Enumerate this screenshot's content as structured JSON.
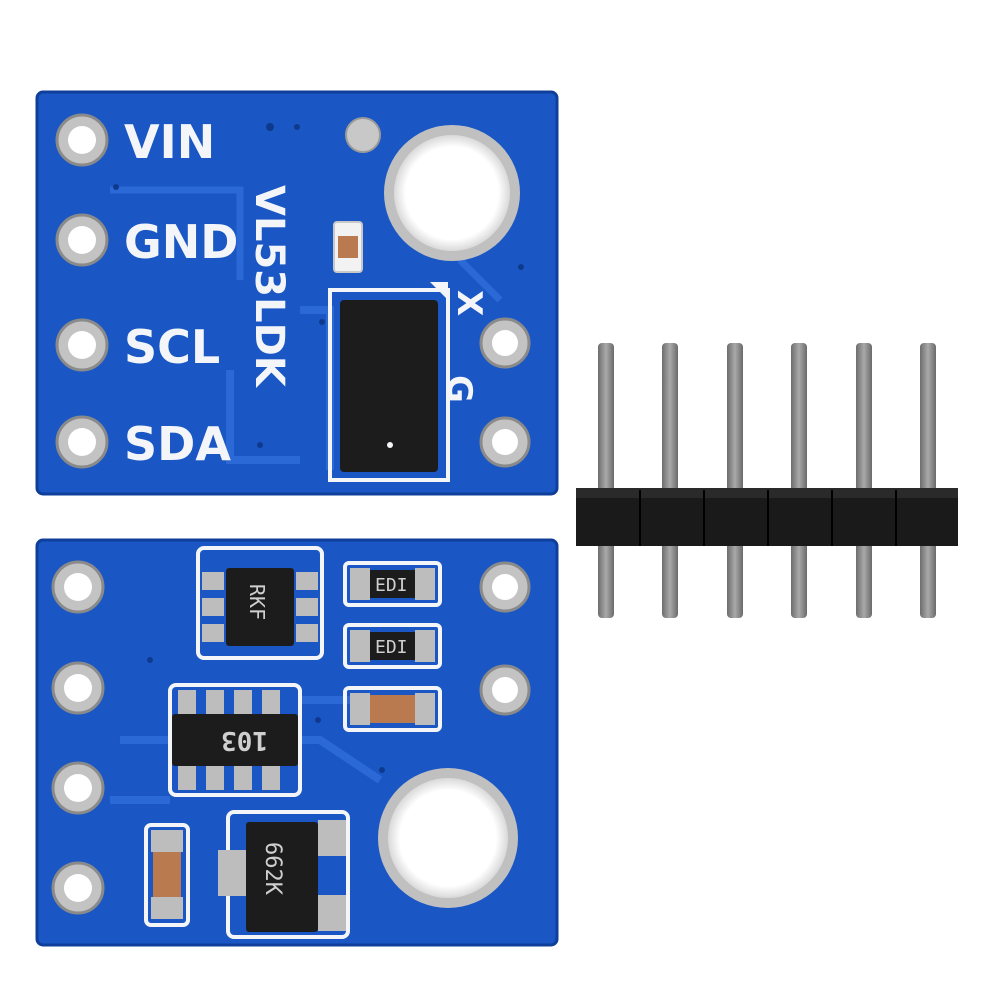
{
  "colors": {
    "pcb": "#1a57c4",
    "pcb_edge": "#0f3f9a",
    "pcb_trace": "#2b6ad6",
    "silkscreen": "#f3f5f8",
    "pad_metal": "#bdbdbd",
    "chip_body": "#1c1c1c",
    "header_plastic": "#1a1a1a",
    "header_pin": "#8e8e8e",
    "background": "#ffffff"
  },
  "front_board": {
    "pin_labels": [
      "VIN",
      "GND",
      "SCL",
      "SDA"
    ],
    "part_label": "VL53LDK",
    "side_labels": [
      "X",
      "G"
    ]
  },
  "back_board": {
    "component_markings": [
      "EDI",
      "EDI",
      "103",
      "RKF",
      "662K"
    ]
  },
  "pin_header": {
    "icon": "six-pin-header-icon"
  }
}
